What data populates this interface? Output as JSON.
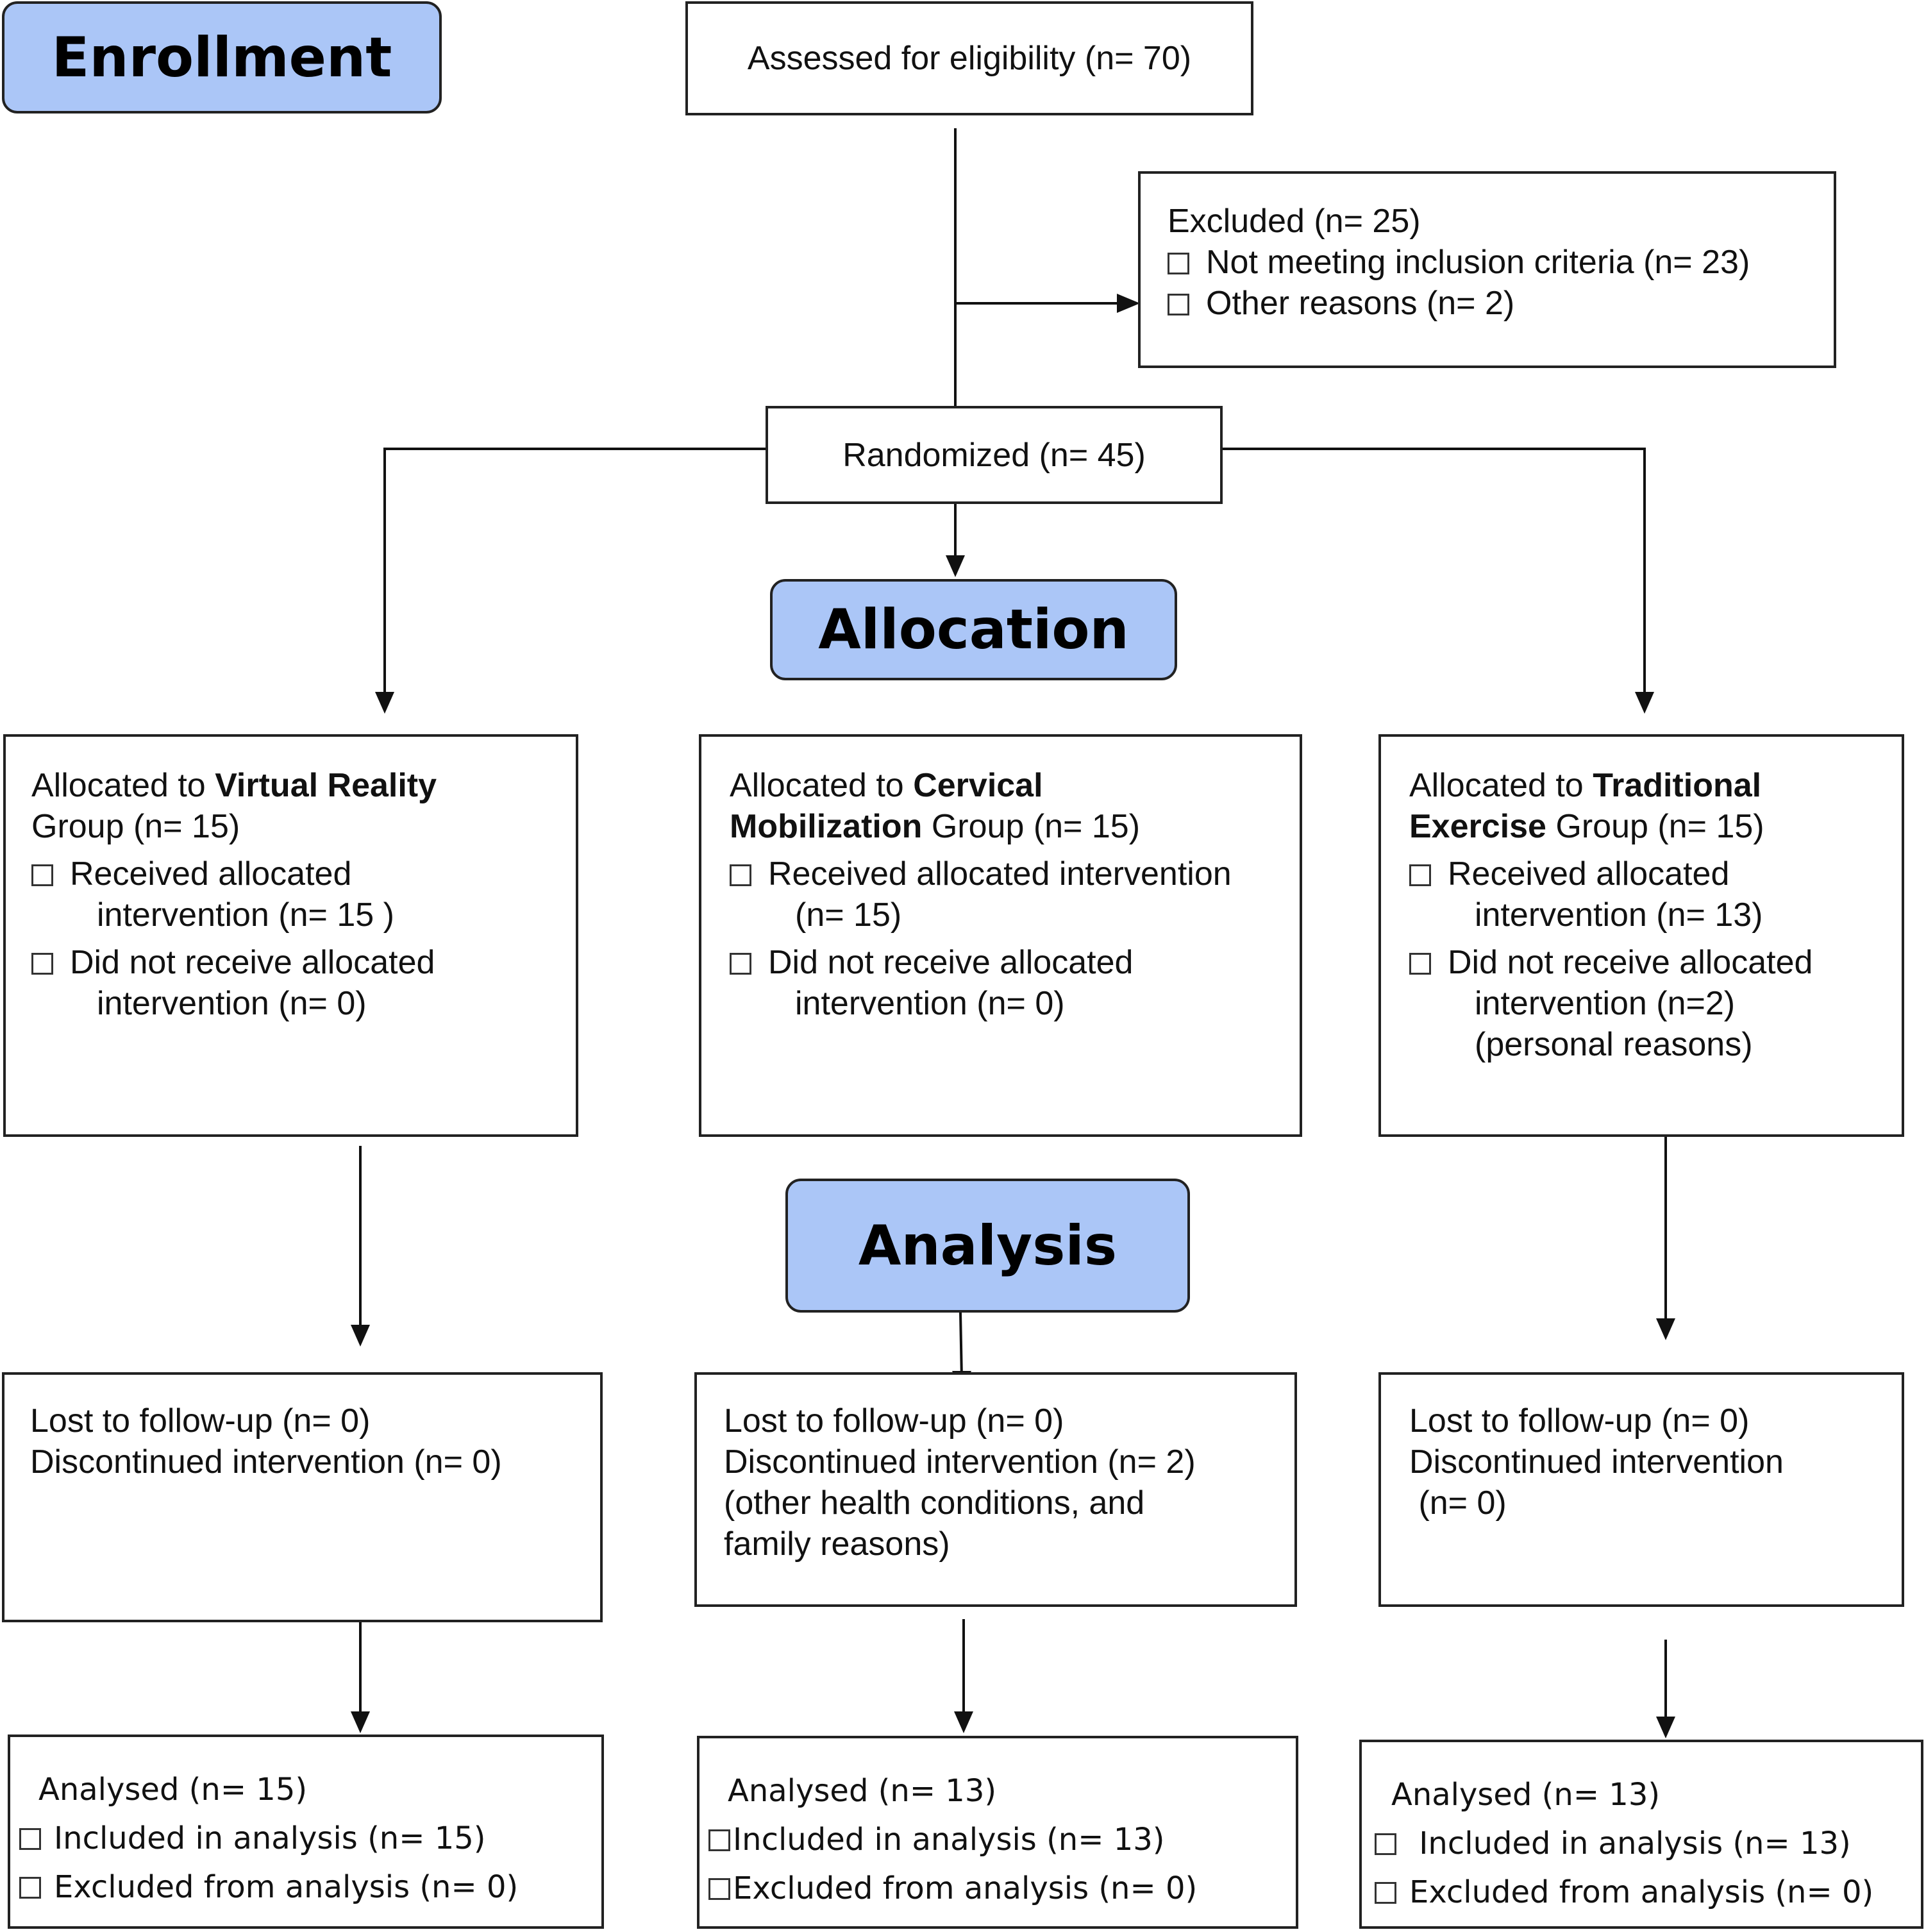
{
  "colors": {
    "stage_fill": "#abc6f7",
    "stroke": "#222222"
  },
  "stages": {
    "enrollment": "Enrollment",
    "allocation": "Allocation",
    "analysis": "Analysis"
  },
  "assessed": "Assessed for eligibility (n= 70)",
  "excluded": {
    "title": "Excluded (n= 25)",
    "items": [
      "Not meeting inclusion criteria (n= 23)",
      "Other reasons (n= 2)"
    ]
  },
  "randomized": "Randomized (n= 45)",
  "allocation": {
    "vr": {
      "prefix": "Allocated to ",
      "group_bold": "Virtual Reality",
      "line2": "Group (n= 15)",
      "received": "Received allocated",
      "received_cont": "intervention (n= 15 )",
      "not_received": "Did not receive allocated",
      "not_received_cont": "intervention (n= 0)"
    },
    "cm": {
      "prefix": "Allocated to ",
      "group_bold_1": "Cervical",
      "group_bold_2": "Mobilization",
      "line2_rest": " Group (n= 15)",
      "received": "Received allocated intervention",
      "received_cont": "(n=  15)",
      "not_received": "Did not receive allocated",
      "not_received_cont": "intervention (n= 0)"
    },
    "te": {
      "prefix": "Allocated to ",
      "group_bold_1": "Traditional",
      "group_bold_2": "Exercise",
      "line2_rest": " Group (n= 15)",
      "received": "Received allocated",
      "received_cont": "intervention (n=  13)",
      "not_received": "Did not receive allocated",
      "not_received_cont": "intervention (n=2)",
      "not_received_cont2": "(personal reasons)"
    }
  },
  "followup": {
    "vr": [
      "Lost to follow-up (n= 0)",
      "Discontinued intervention (n= 0)"
    ],
    "cm": [
      "Lost to follow-up (n= 0)",
      "Discontinued intervention (n= 2)",
      "(other health conditions, and",
      "family reasons)"
    ],
    "te": [
      "Lost to follow-up (n= 0)",
      "Discontinued intervention",
      " (n= 0)"
    ]
  },
  "analysed": {
    "vr": {
      "title": "Analysed (n= 15)",
      "included": "Included in analysis (n= 15)",
      "excluded": "Excluded from analysis (n= 0)"
    },
    "cm": {
      "title": "Analysed (n= 13)",
      "included": "Included in analysis (n= 13)",
      "excluded": "Excluded from analysis (n= 0)"
    },
    "te": {
      "title": "Analysed (n= 13)",
      "included": " Included in analysis (n= 13)",
      "excluded": "Excluded from analysis (n= 0)"
    }
  }
}
